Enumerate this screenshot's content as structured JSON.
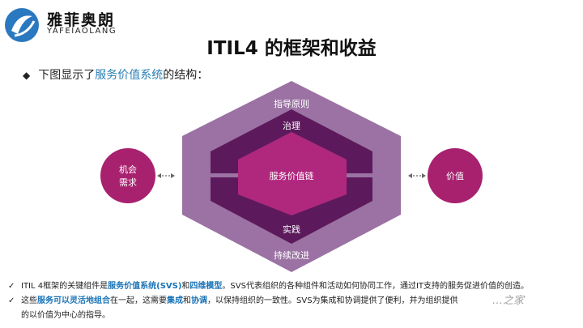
{
  "brand": {
    "name_cn": "雅菲奥朗",
    "name_en": "YAFEIAOLANG"
  },
  "title": "ITIL4 的框架和收益",
  "intro": {
    "prefix": "下图显示了",
    "highlight": "服务价值系统",
    "suffix": "的结构："
  },
  "diagram": {
    "layers": {
      "outer_top": "指导原则",
      "middle_top": "治理",
      "core": "服务价值链",
      "middle_bottom": "实践",
      "outer_bottom": "持续改进"
    },
    "input": {
      "line1": "机会",
      "line2": "需求"
    },
    "output": "价值",
    "colors": {
      "outer": "#9b72a3",
      "middle": "#5c1a5c",
      "core": "#b0287e",
      "circle": "#a8216f",
      "accent": "#2a7fb5"
    }
  },
  "bullets": [
    {
      "parts": [
        {
          "t": "ITIL 4框架的关键组件是",
          "hl": false
        },
        {
          "t": "服务价值系统(SVS)",
          "hl": true
        },
        {
          "t": "和",
          "hl": false
        },
        {
          "t": "四维模型",
          "hl": true
        },
        {
          "t": "。SVS代表组织的各种组件和活动如何协同工作，通过IT支持的服务促进价值的创造。",
          "hl": false
        }
      ]
    },
    {
      "parts": [
        {
          "t": "这些",
          "hl": false
        },
        {
          "t": "服务可以灵活地组合",
          "hl": true
        },
        {
          "t": "在一起，这需要",
          "hl": false
        },
        {
          "t": "集成",
          "hl": true
        },
        {
          "t": "和",
          "hl": false
        },
        {
          "t": "协调",
          "hl": true
        },
        {
          "t": "，以保持组织的一致性。SVS为集成和协调提供了便利，并为组织提供",
          "hl": false
        }
      ],
      "continuation": "的以价值为中心的指导。"
    }
  ],
  "watermark": "…之家"
}
